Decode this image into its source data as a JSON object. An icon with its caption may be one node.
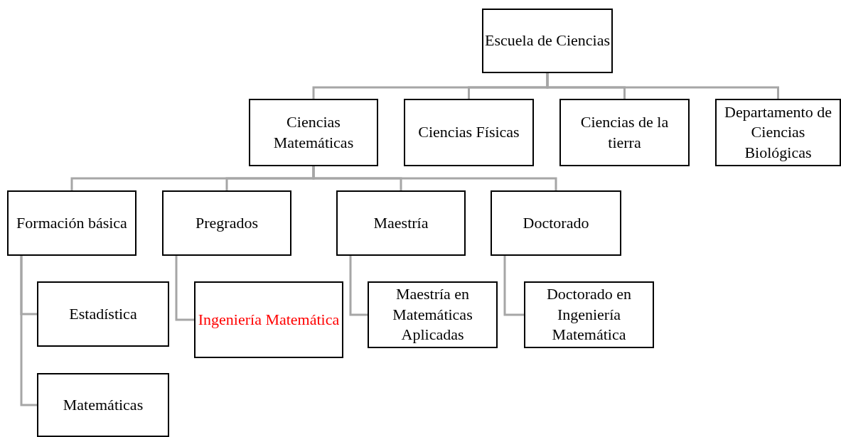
{
  "diagram": {
    "nodes": [
      {
        "text": [
          "Escuela de Ciencias"
        ]
      },
      {
        "text": [
          "Ciencias Matemáticas"
        ]
      },
      {
        "text": [
          "Ciencias Físicas"
        ]
      },
      {
        "text": [
          "Ciencias de la tierra"
        ]
      },
      {
        "text": [
          "Departamento de Ciencias Biológicas"
        ]
      },
      {
        "text": [
          "Formación básica"
        ]
      },
      {
        "text": [
          "Pregrados"
        ]
      },
      {
        "text": [
          "Maestría"
        ]
      },
      {
        "text": [
          "Doctorado"
        ]
      },
      {
        "text": [
          "Estadística"
        ]
      },
      {
        "text": [
          "Matemáticas"
        ]
      },
      {
        "text": [
          "Ingeniería Matemática"
        ]
      },
      {
        "text": [
          "Maestría en Matemáticas Aplicadas"
        ]
      },
      {
        "text": [
          "Doctorado en Ingeniería Matemática"
        ]
      }
    ],
    "edges": [
      {
        "from": 0,
        "to": 1,
        "arrow": "none"
      },
      {
        "from": 0,
        "to": 2,
        "arrow": "none"
      },
      {
        "from": 0,
        "to": 3,
        "arrow": "none"
      },
      {
        "from": 0,
        "to": 4,
        "arrow": "none"
      },
      {
        "from": 1,
        "to": 5,
        "arrow": "none"
      },
      {
        "from": 1,
        "to": 6,
        "arrow": "none"
      },
      {
        "from": 1,
        "to": 7,
        "arrow": "none"
      },
      {
        "from": 1,
        "to": 8,
        "arrow": "none"
      },
      {
        "from": 5,
        "to": 9,
        "arrow": "none"
      },
      {
        "from": 5,
        "to": 10,
        "arrow": "none"
      },
      {
        "from": 6,
        "to": 11,
        "arrow": "none"
      },
      {
        "from": 7,
        "to": 12,
        "arrow": "none"
      },
      {
        "from": 8,
        "to": 13,
        "arrow": "none"
      }
    ]
  }
}
